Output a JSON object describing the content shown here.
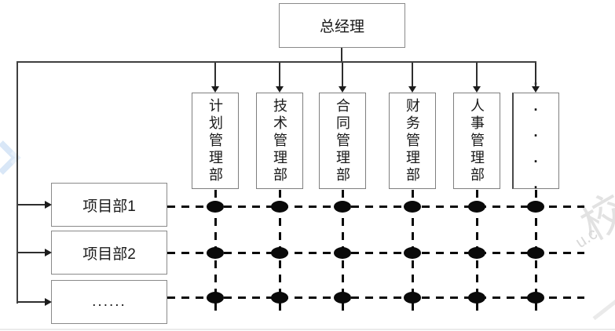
{
  "diagram": {
    "root_label": "总经理",
    "departments": [
      "计划管理部",
      "技术管理部",
      "合同管理部",
      "财务管理部",
      "人事管理部"
    ],
    "departments_more": "·····",
    "projects": [
      "项目部1",
      "项目部2",
      "......"
    ],
    "matrix": {
      "columns": 6,
      "rows": 3
    }
  },
  "watermarks": {
    "big_char": "校",
    "small_text": "u.c"
  },
  "colors": {
    "connector": "#2e2e2e",
    "box_border": "#7f7f7f",
    "matrix_black": "#0a0a0a",
    "watermark_blue": "#d9e7f7",
    "watermark_gray": "#e2e2e2"
  }
}
